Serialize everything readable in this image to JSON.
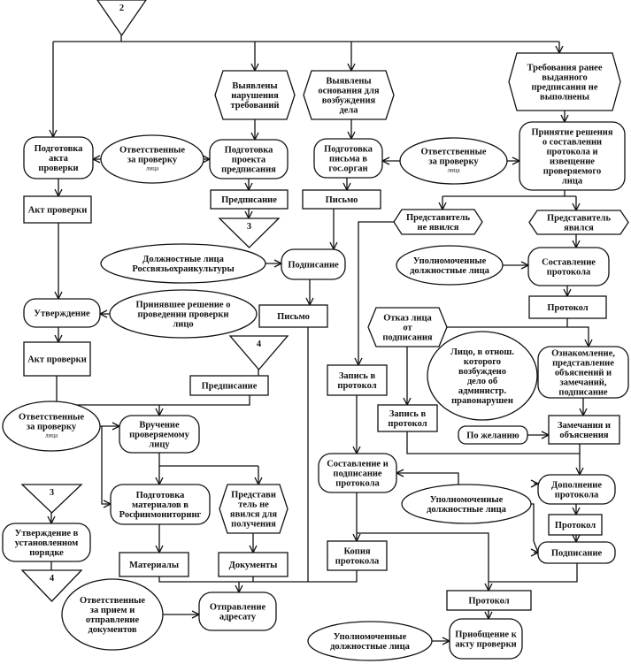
{
  "nodes": {
    "conn2": [
      "2"
    ],
    "hex_violations": [
      "Выявлены",
      "нарушения",
      "требований"
    ],
    "hex_grounds": [
      "Выявлены",
      "основания для",
      "возбуждения",
      "дела"
    ],
    "hex_requirements": [
      "Требования ранее",
      "выданного",
      "предписания не",
      "выполнены"
    ],
    "prep_act": [
      "Подготовка",
      "акта",
      "проверки"
    ],
    "resp1": [
      "Ответственные",
      "за проверку",
      "лица"
    ],
    "prep_order": [
      "Подготовка",
      "проекта",
      "предписания"
    ],
    "order1": [
      "Предписание"
    ],
    "conn3a": [
      "3"
    ],
    "prep_letter": [
      "Подготовка",
      "письма в",
      "гос.орган"
    ],
    "resp2": [
      "Ответственные",
      "за проверку",
      "лица"
    ],
    "decision": [
      "Принятие решения",
      "о составлении",
      "протокола и",
      "извещение",
      "проверяемого",
      "лица"
    ],
    "letter1": [
      "Письмо"
    ],
    "act1": [
      "Акт проверки"
    ],
    "officials_rsvk": [
      "Должностные лица",
      "Россвязьохранкультуры"
    ],
    "signing1": [
      "Подписание"
    ],
    "rep_absent": [
      "Представитель",
      "не явился"
    ],
    "rep_present": [
      "Представитель",
      "явился"
    ],
    "authorized1": [
      "Уполномоченные",
      "должностные лица"
    ],
    "compose_protocol": [
      "Составление",
      "протокола"
    ],
    "protocol1": [
      "Протокол"
    ],
    "approval": [
      "Утверждение"
    ],
    "decider": [
      "Принявшее решение о",
      "проведении проверки",
      "лицо"
    ],
    "letter2": [
      "Письмо"
    ],
    "act2": [
      "Акт проверки"
    ],
    "conn4a": [
      "4"
    ],
    "order2": [
      "Предписание"
    ],
    "refusal": [
      "Отказ лица",
      "от",
      "подписания"
    ],
    "person": [
      "Лицо, в отнош.",
      "которого",
      "возбуждено",
      "дело об",
      "администр.",
      "правонарушен"
    ],
    "familiarize": [
      "Ознакомление,",
      "представление",
      "объяснений и",
      "замечаний,",
      "подписание"
    ],
    "record1": [
      "Запись в",
      "протокол"
    ],
    "record2": [
      "Запись в",
      "протокол"
    ],
    "remarks": [
      "Замечания и",
      "объяснения"
    ],
    "optional": [
      "По желанию"
    ],
    "compose_sign": [
      "Составление и",
      "подписание",
      "протокола"
    ],
    "authorized2": [
      "Уполномоченные",
      "должностные лица"
    ],
    "supplement": [
      "Дополнение",
      "протокола"
    ],
    "protocol2": [
      "Протокол"
    ],
    "signing2": [
      "Подписание"
    ],
    "copy": [
      "Копия",
      "протокола"
    ],
    "protocol3": [
      "Протокол"
    ],
    "attach": [
      "Приобщение к",
      "акту проверки"
    ],
    "authorized3": [
      "Уполномоченные",
      "должностные лица"
    ],
    "resp3": [
      "Ответственные",
      "за проверку",
      "лица"
    ],
    "delivery": [
      "Вручение",
      "проверяемому",
      "лицу"
    ],
    "prep_materials": [
      "Подготовка",
      "материалов в",
      "Росфинмониторинг"
    ],
    "rep_absent2": [
      "Представи",
      "тель не",
      "явился для",
      "получения"
    ],
    "materials": [
      "Материалы"
    ],
    "documents": [
      "Документы"
    ],
    "conn3b": [
      "3"
    ],
    "approval2": [
      "Утверждение в",
      "установленном",
      "порядке"
    ],
    "conn4b": [
      "4"
    ],
    "resp_send": [
      "Ответственные",
      "за прием и",
      "отправление",
      "документов"
    ],
    "dispatch": [
      "Отправление",
      "адресату"
    ]
  }
}
